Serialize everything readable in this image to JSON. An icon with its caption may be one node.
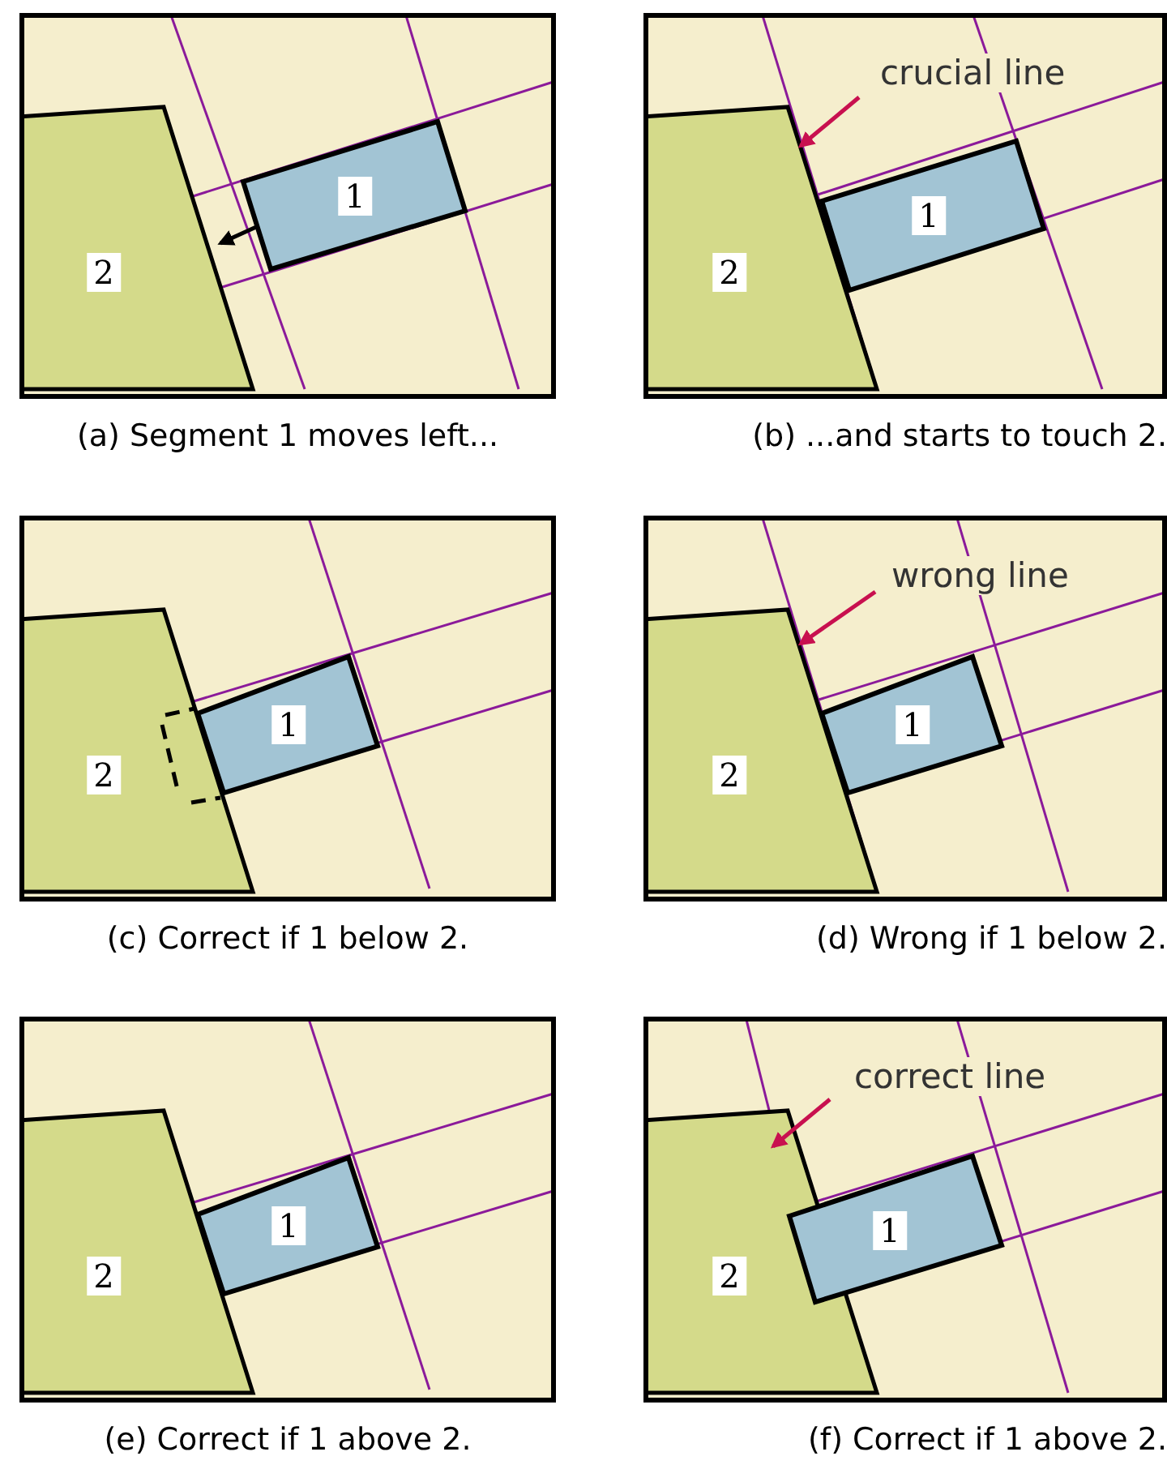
{
  "diagram": {
    "nodes": [
      {
        "text": [],
        "shape": "box",
        "beside": [
          "(a) Segment 1 moves left..."
        ]
      },
      {
        "text": [
          "2"
        ],
        "in": 0
      },
      {
        "text": [
          "1"
        ],
        "in": 0
      },
      {
        "text": [],
        "shape": "box",
        "beside": [
          "(b) ...and starts to touch 2."
        ]
      },
      {
        "text": [
          "crucial line"
        ],
        "in": 3
      },
      {
        "text": [
          "2"
        ],
        "in": 3
      },
      {
        "text": [
          "1"
        ],
        "in": 3
      },
      {
        "text": [],
        "shape": "box",
        "beside": [
          "(c) Correct if 1 below 2."
        ]
      },
      {
        "text": [
          "2"
        ],
        "in": 7
      },
      {
        "text": [
          "1"
        ],
        "in": 7
      },
      {
        "text": [],
        "shape": "box",
        "beside": [
          "(d) Wrong if 1 below 2."
        ]
      },
      {
        "text": [
          "wrong line"
        ],
        "in": 10
      },
      {
        "text": [
          "2"
        ],
        "in": 10
      },
      {
        "text": [
          "1"
        ],
        "in": 10
      },
      {
        "text": [],
        "shape": "box",
        "beside": [
          "(e) Correct if 1 above 2."
        ]
      },
      {
        "text": [
          "2"
        ],
        "in": 14
      },
      {
        "text": [
          "1"
        ],
        "in": 14
      },
      {
        "text": [],
        "shape": "box",
        "beside": [
          "(f) Correct if 1 above 2."
        ]
      },
      {
        "text": [
          "correct line"
        ],
        "in": 17
      },
      {
        "text": [
          "2"
        ],
        "in": 17
      },
      {
        "text": [
          "1"
        ],
        "in": 17
      }
    ],
    "edges": [
      {
        "from": 2,
        "to": 1,
        "arrow": "to",
        "color": "#000000"
      },
      {
        "from": 4,
        "to": 5,
        "arrow": "to"
      },
      {
        "from": 11,
        "to": 12,
        "arrow": "to"
      },
      {
        "from": 18,
        "to": 19,
        "arrow": "to"
      }
    ]
  }
}
